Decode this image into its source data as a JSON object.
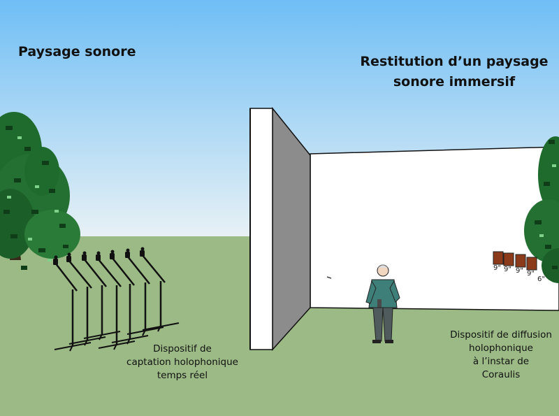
{
  "left_title": "Paysage sonore",
  "right_title": {
    "line1": "Restitution d’un paysage",
    "line2": "sonore immersif"
  },
  "capture_caption": {
    "line1": "Dispositif de",
    "line2": "captation holophonique",
    "line3": "temps réel"
  },
  "diffusion_caption": {
    "line1": "Dispositif de diffusion",
    "line2": "holophonique",
    "line3": "à l’instar de",
    "line4": "Coraulis"
  },
  "speaker_labels": [
    "9\"",
    "9\"",
    "9\"",
    "9\"",
    "6\""
  ],
  "colors": {
    "sky_top": "#6fbef5",
    "sky_bottom": "#e8f1f5",
    "ground": "#9bba85",
    "wall_front": "#ffffff",
    "wall_side": "#8c8c8c",
    "foliage": "#1f6b2e",
    "speaker": "#8b3a1a"
  }
}
